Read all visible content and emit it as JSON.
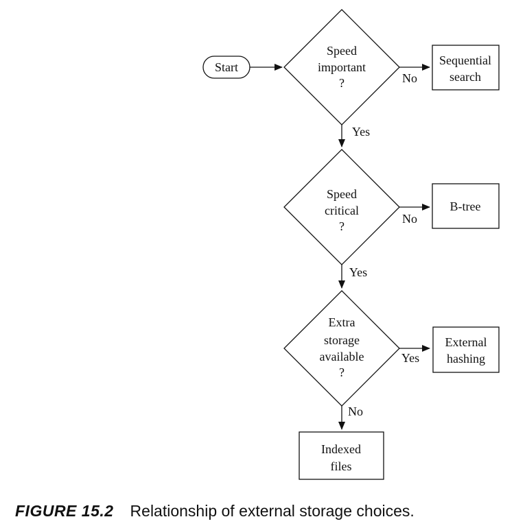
{
  "diagram": {
    "start": "Start",
    "decisions": [
      {
        "lines": [
          "Speed",
          "important",
          "?"
        ],
        "no_label": "No",
        "yes_label": "Yes"
      },
      {
        "lines": [
          "Speed",
          "critical",
          "?"
        ],
        "no_label": "No",
        "yes_label": "Yes"
      },
      {
        "lines": [
          "Extra",
          "storage",
          "available",
          "?"
        ],
        "yes_label": "Yes",
        "no_label": "No"
      }
    ],
    "outcomes": {
      "sequential": [
        "Sequential",
        "search"
      ],
      "btree": [
        "B-tree"
      ],
      "hashing": [
        "External",
        "hashing"
      ],
      "indexed": [
        "Indexed",
        "files"
      ]
    }
  },
  "caption": {
    "label": "FIGURE 15.2",
    "text": "Relationship of external storage choices."
  }
}
